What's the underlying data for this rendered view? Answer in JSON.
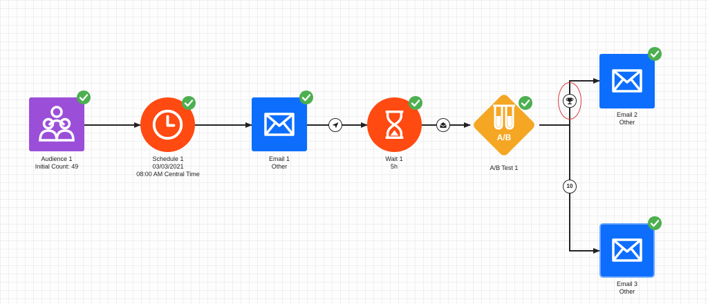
{
  "nodes": {
    "audience": {
      "line1": "Audience 1",
      "line2": "Initial Count: 49",
      "color": "#9b4fd8",
      "status": "complete"
    },
    "schedule": {
      "line1": "Schedule 1",
      "line2": "03/03/2021",
      "line3": "08:00 AM Central Time",
      "color": "#ff4a11",
      "status": "complete"
    },
    "email1": {
      "line1": "Email 1",
      "line2": "Other",
      "color": "#0d6efd",
      "status": "complete"
    },
    "wait": {
      "line1": "Wait 1",
      "line2": "5h",
      "color": "#ff4a11",
      "status": "complete"
    },
    "abtest": {
      "line1": "A/B Test 1",
      "icon_text": "A/B",
      "color": "#f5a623",
      "status": "complete"
    },
    "email2": {
      "line1": "Email 2",
      "line2": "Other",
      "color": "#0d6efd",
      "status": "complete"
    },
    "email3": {
      "line1": "Email 3",
      "line2": "Other",
      "color": "#0d6efd",
      "status": "complete"
    }
  },
  "edge_badges": {
    "sent": {
      "icon": "paper-plane-icon"
    },
    "opened": {
      "icon": "envelope-open-icon"
    },
    "winner": {
      "icon": "trophy-icon",
      "highlighted": true
    },
    "split": {
      "text": "10"
    }
  },
  "colors": {
    "check": "#4caf50",
    "highlight": "#d9363e",
    "edge": "#222222"
  }
}
